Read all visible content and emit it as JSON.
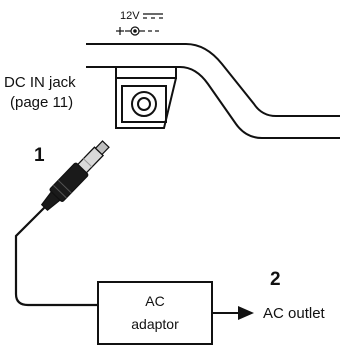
{
  "jack": {
    "voltage_label": "12V",
    "polarity_label": "+ −◦− −",
    "name_line1": "DC IN jack",
    "name_line2": "(page 11)"
  },
  "steps": {
    "step1": "1",
    "step2": "2"
  },
  "adaptor": {
    "line1": "AC",
    "line2": "adaptor"
  },
  "outlet": {
    "label": "AC outlet"
  },
  "colors": {
    "line": "#111111",
    "plug_dark": "#1a1a1a",
    "metal_light": "#d9d9d9",
    "metal_mid": "#9a9a9a",
    "background": "#ffffff"
  }
}
